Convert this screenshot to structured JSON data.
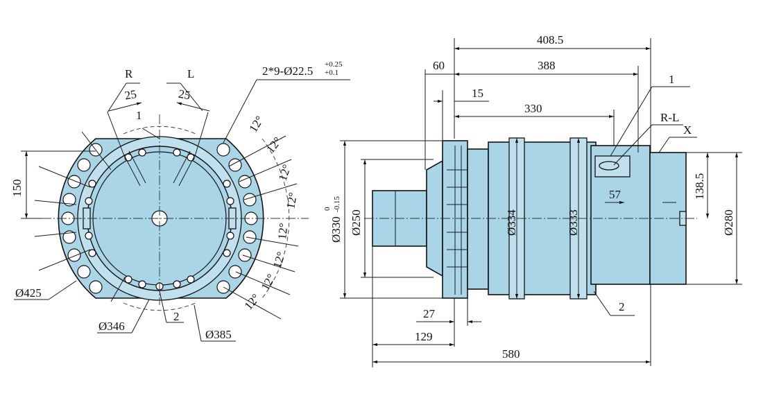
{
  "front_view": {
    "label_r": "R",
    "label_l": "L",
    "angle_r": "25",
    "angle_l": "25",
    "callout_1": "1",
    "callout_2": "2",
    "hole_spec": "2*9-Ø22.5",
    "hole_tol_upper": "+0.25",
    "hole_tol_lower": "+0.1",
    "dim_150": "150",
    "dia_425": "Ø425",
    "dia_346": "Ø346",
    "dia_385": "Ø385",
    "pitch_angles": [
      "12°",
      "12°",
      "12°",
      "12°",
      "12°",
      "12°",
      "12°",
      "12°"
    ]
  },
  "side_view": {
    "dim_408_5": "408.5",
    "dim_388": "388",
    "dim_60": "60",
    "dim_15": "15",
    "dim_330": "330",
    "callout_1": "1",
    "callout_rl": "R-L",
    "callout_x": "X",
    "callout_2": "2",
    "dim_138_5": "138.5",
    "dim_57": "57",
    "dia_330": "Ø330",
    "dia_330_tol_upper": "0",
    "dia_330_tol_lower": "-0.15",
    "dia_250": "Ø250",
    "dia_334": "Ø334",
    "dia_333": "Ø333",
    "dia_280": "Ø280",
    "dim_27": "27",
    "dim_129": "129",
    "dim_580": "580"
  },
  "colors": {
    "body_fill": "#a9d5e6",
    "line": "#111111"
  }
}
